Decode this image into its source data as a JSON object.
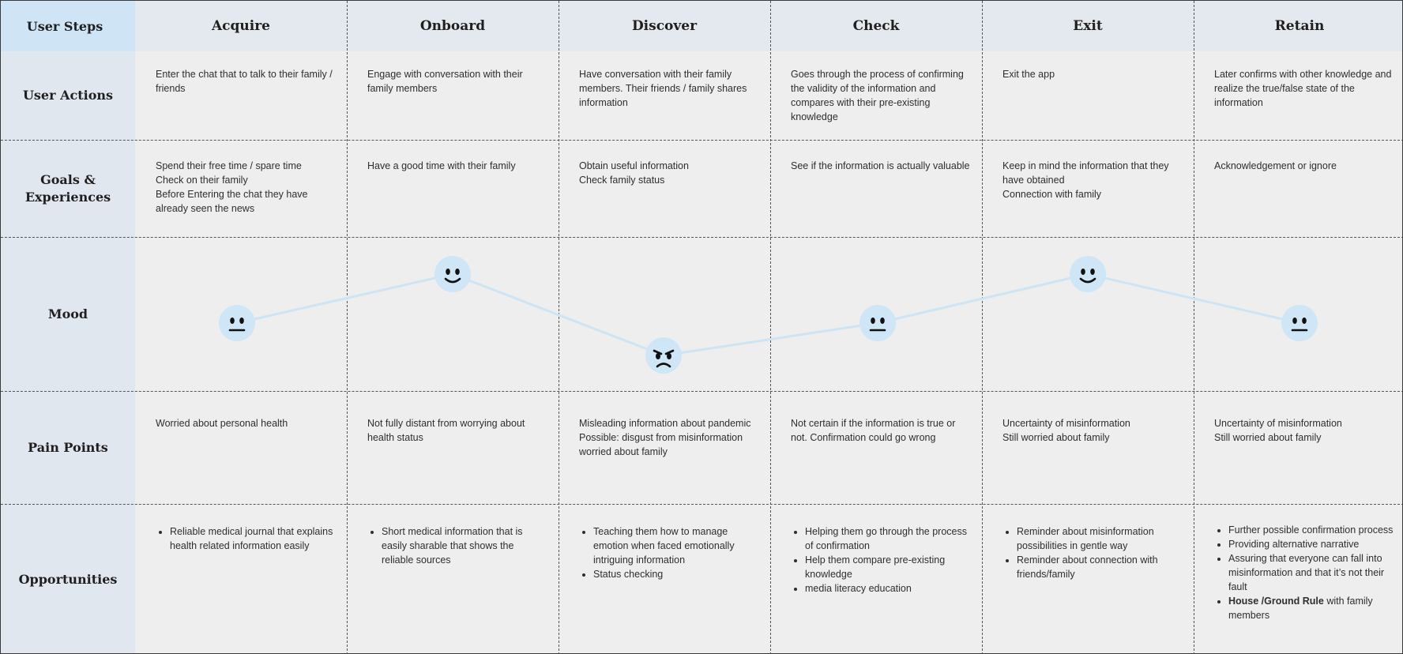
{
  "row_labels": {
    "user_steps": "User Steps",
    "user_actions": "User Actions",
    "goals": [
      "Goals &",
      "Experiences"
    ],
    "mood": "Mood",
    "pain_points": "Pain Points",
    "opportunities": "Opportunities"
  },
  "steps": [
    {
      "title": "Acquire",
      "actions": [
        "Enter the chat that to talk to their family / friends"
      ],
      "goals": [
        "Spend their free time / spare time",
        "Check on their family",
        "Before Entering the chat they have already seen the news"
      ],
      "mood": "neutral",
      "pain": [
        "Worried about personal health"
      ],
      "opportunities": [
        {
          "text": "Reliable medical journal that explains health related information easily"
        }
      ]
    },
    {
      "title": "Onboard",
      "actions": [
        "Engage with conversation with their family members"
      ],
      "goals": [
        "Have a good time with their family"
      ],
      "mood": "happy",
      "pain": [
        "Not fully distant from worrying about health status"
      ],
      "opportunities": [
        {
          "text": "Short medical information that is easily sharable that shows the reliable sources"
        }
      ]
    },
    {
      "title": "Discover",
      "actions": [
        "Have conversation with their family members. Their friends / family shares information"
      ],
      "goals": [
        "Obtain useful information",
        "Check family status"
      ],
      "mood": "angry",
      "pain": [
        "Misleading information about pandemic",
        "Possible: disgust from misinformation worried about family"
      ],
      "opportunities": [
        {
          "text": "Teaching them how to manage emotion when faced emotionally intriguing information"
        },
        {
          "text": "Status checking"
        }
      ]
    },
    {
      "title": "Check",
      "actions": [
        "Goes through the process of confirming the validity of the information and compares with their pre-existing knowledge"
      ],
      "goals": [
        "See if the information is actually valuable"
      ],
      "mood": "neutral",
      "pain": [
        "Not certain if the information is true or not. Confirmation could go wrong"
      ],
      "opportunities": [
        {
          "text": "Helping them go through the process of confirmation"
        },
        {
          "text": "Help them compare pre-existing knowledge"
        },
        {
          "text": "media literacy education"
        }
      ]
    },
    {
      "title": "Exit",
      "actions": [
        "Exit the app"
      ],
      "goals": [
        "Keep in mind the information that they have obtained",
        "Connection with family"
      ],
      "mood": "happy",
      "pain": [
        "Uncertainty of misinformation",
        "Still worried about family"
      ],
      "opportunities": [
        {
          "text": "Reminder about misinformation possibilities in gentle way"
        },
        {
          "text": "Reminder about connection with friends/family"
        }
      ]
    },
    {
      "title": "Retain",
      "actions": [
        "Later confirms with other knowledge and realize the true/false state of the information"
      ],
      "goals": [
        "Acknowledgement or ignore"
      ],
      "mood": "neutral",
      "pain": [
        "Uncertainty of misinformation",
        "Still worried about family"
      ],
      "opportunities": [
        {
          "text": "Further possible confirmation process"
        },
        {
          "text": "Providing alternative narrative"
        },
        {
          "text": "Assuring that everyone can fall into misinformation and that it’s not their fault"
        },
        {
          "bold": "House /Ground Rule",
          "text": " with family members"
        }
      ]
    }
  ],
  "colors": {
    "face_fill": "#cfe6f7",
    "face_ink": "#111111",
    "mood_line": "#cde4f5"
  }
}
